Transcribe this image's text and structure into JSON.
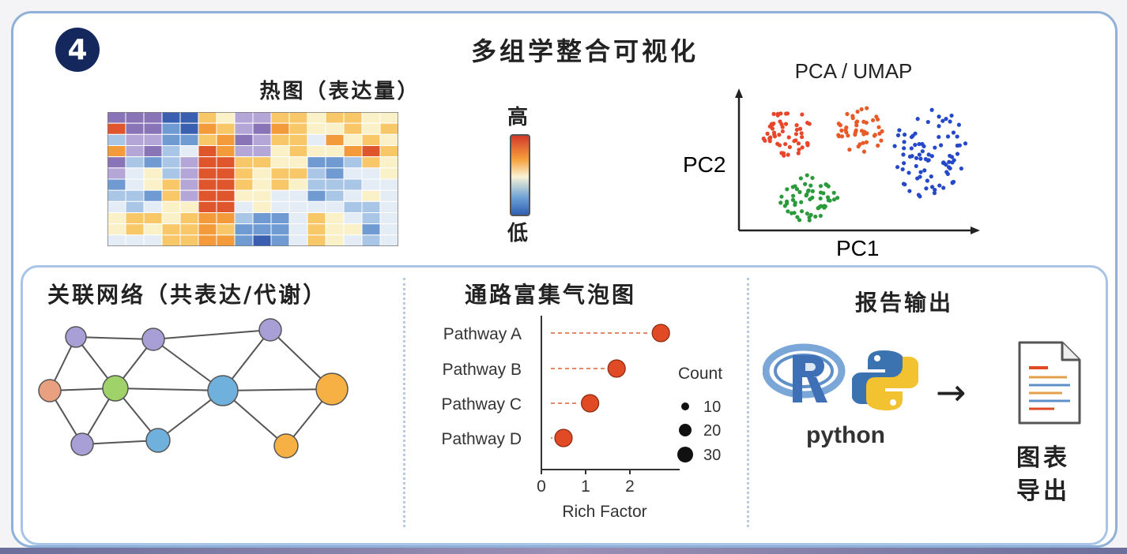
{
  "badge": "4",
  "main_title": "多组学整合可视化",
  "heatmap": {
    "title": "热图（表达量）",
    "legend_high": "高",
    "legend_low": "低",
    "colors": [
      "#3a5fb0",
      "#6f9ad2",
      "#a9c6e6",
      "#e4ecf5",
      "#fbf1c8",
      "#f8c868",
      "#f39a3a",
      "#e0562c",
      "#8a74b8",
      "#b4a6d6"
    ],
    "grid": [
      [
        8,
        8,
        8,
        0,
        0,
        5,
        4,
        9,
        9,
        5,
        5,
        4,
        5,
        5,
        4,
        4
      ],
      [
        7,
        8,
        8,
        1,
        0,
        6,
        5,
        9,
        8,
        6,
        5,
        4,
        4,
        5,
        4,
        5
      ],
      [
        2,
        9,
        9,
        1,
        1,
        5,
        6,
        8,
        9,
        5,
        5,
        3,
        6,
        4,
        5,
        4
      ],
      [
        6,
        9,
        8,
        2,
        3,
        7,
        6,
        9,
        9,
        4,
        5,
        4,
        4,
        6,
        7,
        5
      ],
      [
        8,
        2,
        1,
        2,
        9,
        7,
        7,
        5,
        5,
        4,
        4,
        1,
        1,
        2,
        5,
        4
      ],
      [
        9,
        3,
        4,
        2,
        9,
        7,
        7,
        5,
        4,
        5,
        5,
        2,
        1,
        3,
        3,
        4
      ],
      [
        1,
        3,
        4,
        5,
        9,
        7,
        7,
        5,
        4,
        5,
        4,
        2,
        2,
        2,
        3,
        3
      ],
      [
        2,
        2,
        1,
        5,
        9,
        7,
        7,
        4,
        4,
        3,
        3,
        1,
        2,
        3,
        4,
        3
      ],
      [
        3,
        2,
        3,
        4,
        4,
        7,
        7,
        3,
        4,
        3,
        3,
        3,
        3,
        2,
        2,
        3
      ],
      [
        4,
        5,
        5,
        4,
        5,
        6,
        6,
        2,
        1,
        1,
        3,
        5,
        4,
        3,
        2,
        3
      ],
      [
        4,
        5,
        4,
        5,
        5,
        6,
        5,
        1,
        1,
        1,
        3,
        5,
        4,
        4,
        1,
        3
      ],
      [
        3,
        3,
        3,
        5,
        5,
        6,
        6,
        1,
        0,
        1,
        3,
        5,
        4,
        3,
        2,
        3
      ]
    ]
  },
  "pca": {
    "title": "PCA / UMAP",
    "x_label": "PC1",
    "y_label": "PC2",
    "cluster_colors": [
      "#e8462a",
      "#e85a28",
      "#2448c8",
      "#2a9a3a"
    ]
  },
  "network": {
    "title": "关联网络（共表达/代谢）",
    "node_colors": {
      "purple": "#a79fd6",
      "green": "#9fd36a",
      "blue": "#6fb0dc",
      "orange": "#f6b044",
      "salmon": "#e9a080"
    }
  },
  "bubble": {
    "title": "通路富集气泡图",
    "pathways": [
      "Pathway A",
      "Pathway B",
      "Pathway C",
      "Pathway D"
    ],
    "rich_factor": [
      2.7,
      1.7,
      1.1,
      0.5
    ],
    "x_label": "Rich Factor",
    "x_ticks": [
      "0",
      "1",
      "2"
    ],
    "legend_title": "Count",
    "legend_values": [
      "10",
      "20",
      "30"
    ],
    "color": "#e04a24"
  },
  "report": {
    "title": "报告输出",
    "python_label": "python",
    "export_label": "图表导出",
    "arrow": "→"
  }
}
